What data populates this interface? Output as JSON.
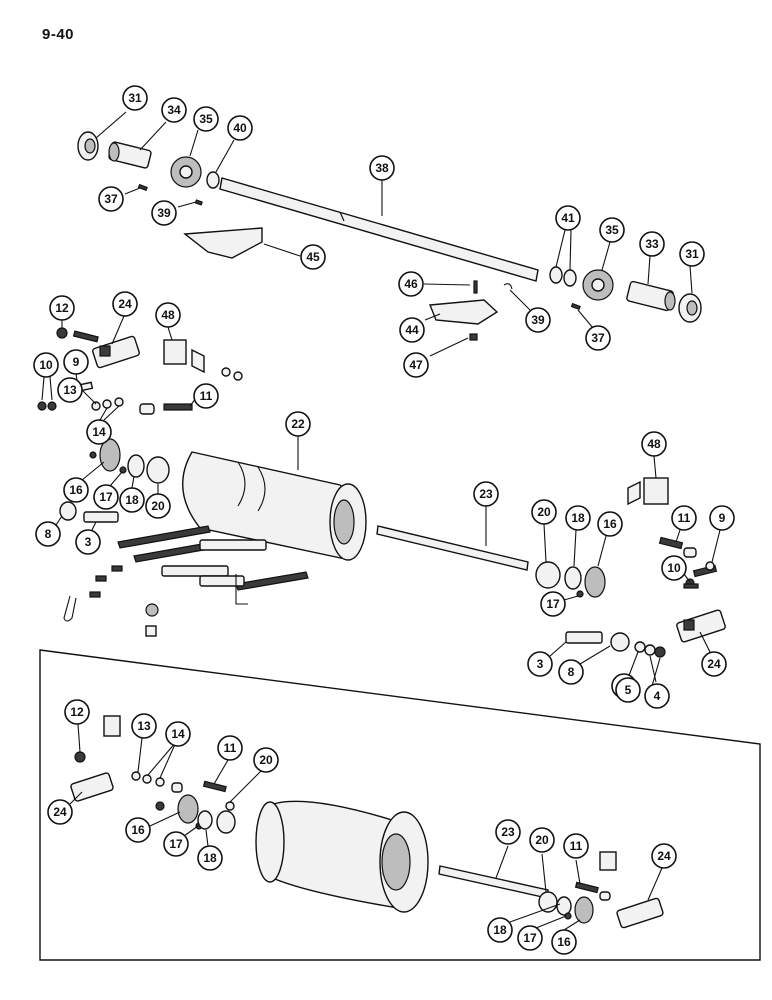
{
  "page": {
    "number": "9-40"
  },
  "callouts": {
    "top": [
      "31",
      "34",
      "35",
      "40",
      "37",
      "39",
      "38",
      "45",
      "41",
      "35",
      "33",
      "31",
      "46",
      "39",
      "44",
      "37",
      "47"
    ],
    "middle": [
      "12",
      "24",
      "48",
      "10",
      "9",
      "13",
      "14",
      "11",
      "22",
      "16",
      "17",
      "18",
      "20",
      "8",
      "3",
      "23",
      "48",
      "20",
      "18",
      "16",
      "11",
      "9",
      "10",
      "17",
      "3",
      "8",
      "6",
      "5",
      "4",
      "24"
    ],
    "inset": [
      "12",
      "13",
      "14",
      "11",
      "20",
      "24",
      "16",
      "17",
      "18",
      "23",
      "20",
      "11",
      "24",
      "18",
      "17",
      "16"
    ]
  }
}
